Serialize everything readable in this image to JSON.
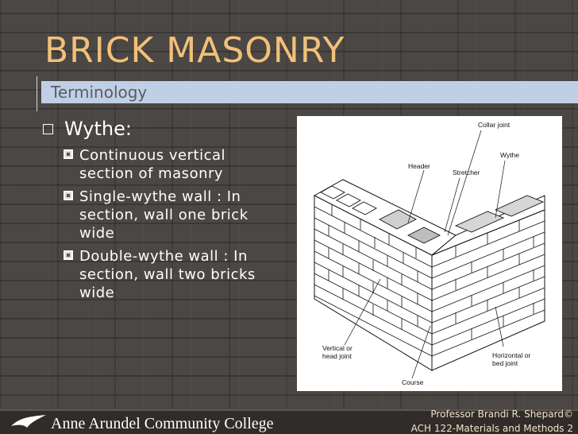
{
  "slide": {
    "title": "BRICK MASONRY",
    "subtitle": "Terminology",
    "bullet": {
      "label": "Wythe:",
      "subitems": [
        "Continuous vertical section of masonry",
        "Single-wythe wall : In section, wall one brick wide",
        "Double-wythe wall : In section, wall two bricks wide"
      ]
    }
  },
  "diagram": {
    "labels": {
      "collar_joint": "Collar joint",
      "wythe": "Wythe",
      "header": "Header",
      "stretcher": "Stretcher",
      "vertical_joint_1": "Vertical or",
      "vertical_joint_2": "head joint",
      "horizontal_joint_1": "Horizontal or",
      "horizontal_joint_2": "bed joint",
      "course": "Course"
    }
  },
  "footer": {
    "college": "Anne Arundel Community College",
    "credit_line1": "Professor Brandi R. Shepard©",
    "credit_line2": "ACH 122-Materials and Methods 2"
  }
}
